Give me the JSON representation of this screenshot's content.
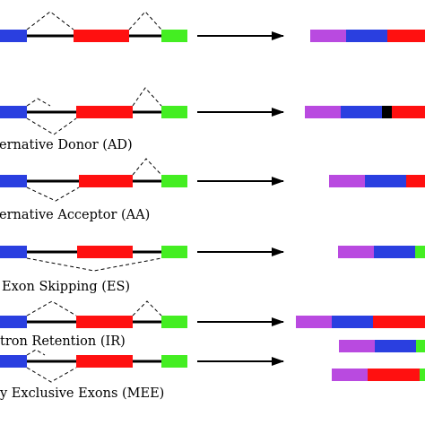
{
  "colors": {
    "exon_blue": "#2a3fe0",
    "exon_red": "#ff1010",
    "exon_green": "#44ee22",
    "exon_purple": "#b94ae0",
    "black": "#000000",
    "intron": "#000000"
  },
  "labels": {
    "ad": "ernative Donor (AD)",
    "aa": "ernative Acceptor (AA)",
    "es": "Exon Skipping (ES)",
    "ir": "tron Retention (IR)",
    "mee": "y Exclusive Exons (MEE)"
  }
}
